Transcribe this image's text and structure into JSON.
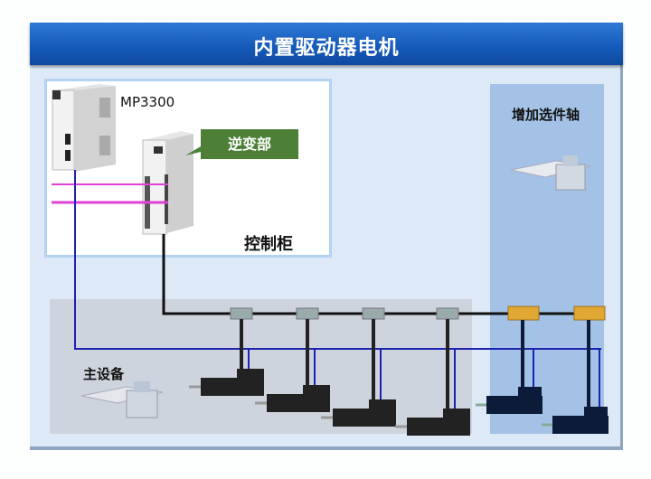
{
  "title": "内置驱动器电机",
  "cabinet": {
    "label": "控制柜",
    "controller_label": "MP3300",
    "inverter_label": "逆变部"
  },
  "main_equipment": {
    "label": "主设备"
  },
  "extra_axis": {
    "label": "增加选件轴"
  },
  "diagram": {
    "main_motor_count": 4,
    "extra_motor_count": 2,
    "colors": {
      "title_bar": "#1559b9",
      "inverter_tag": "#4d7f37",
      "power_bus": "#111111",
      "signal_line": "#1d22b0",
      "pink_line": "#e040d8",
      "repeater": "#e0a733",
      "extra_zone": "#a3c2e6",
      "main_zone": "#cdd4dd"
    }
  }
}
